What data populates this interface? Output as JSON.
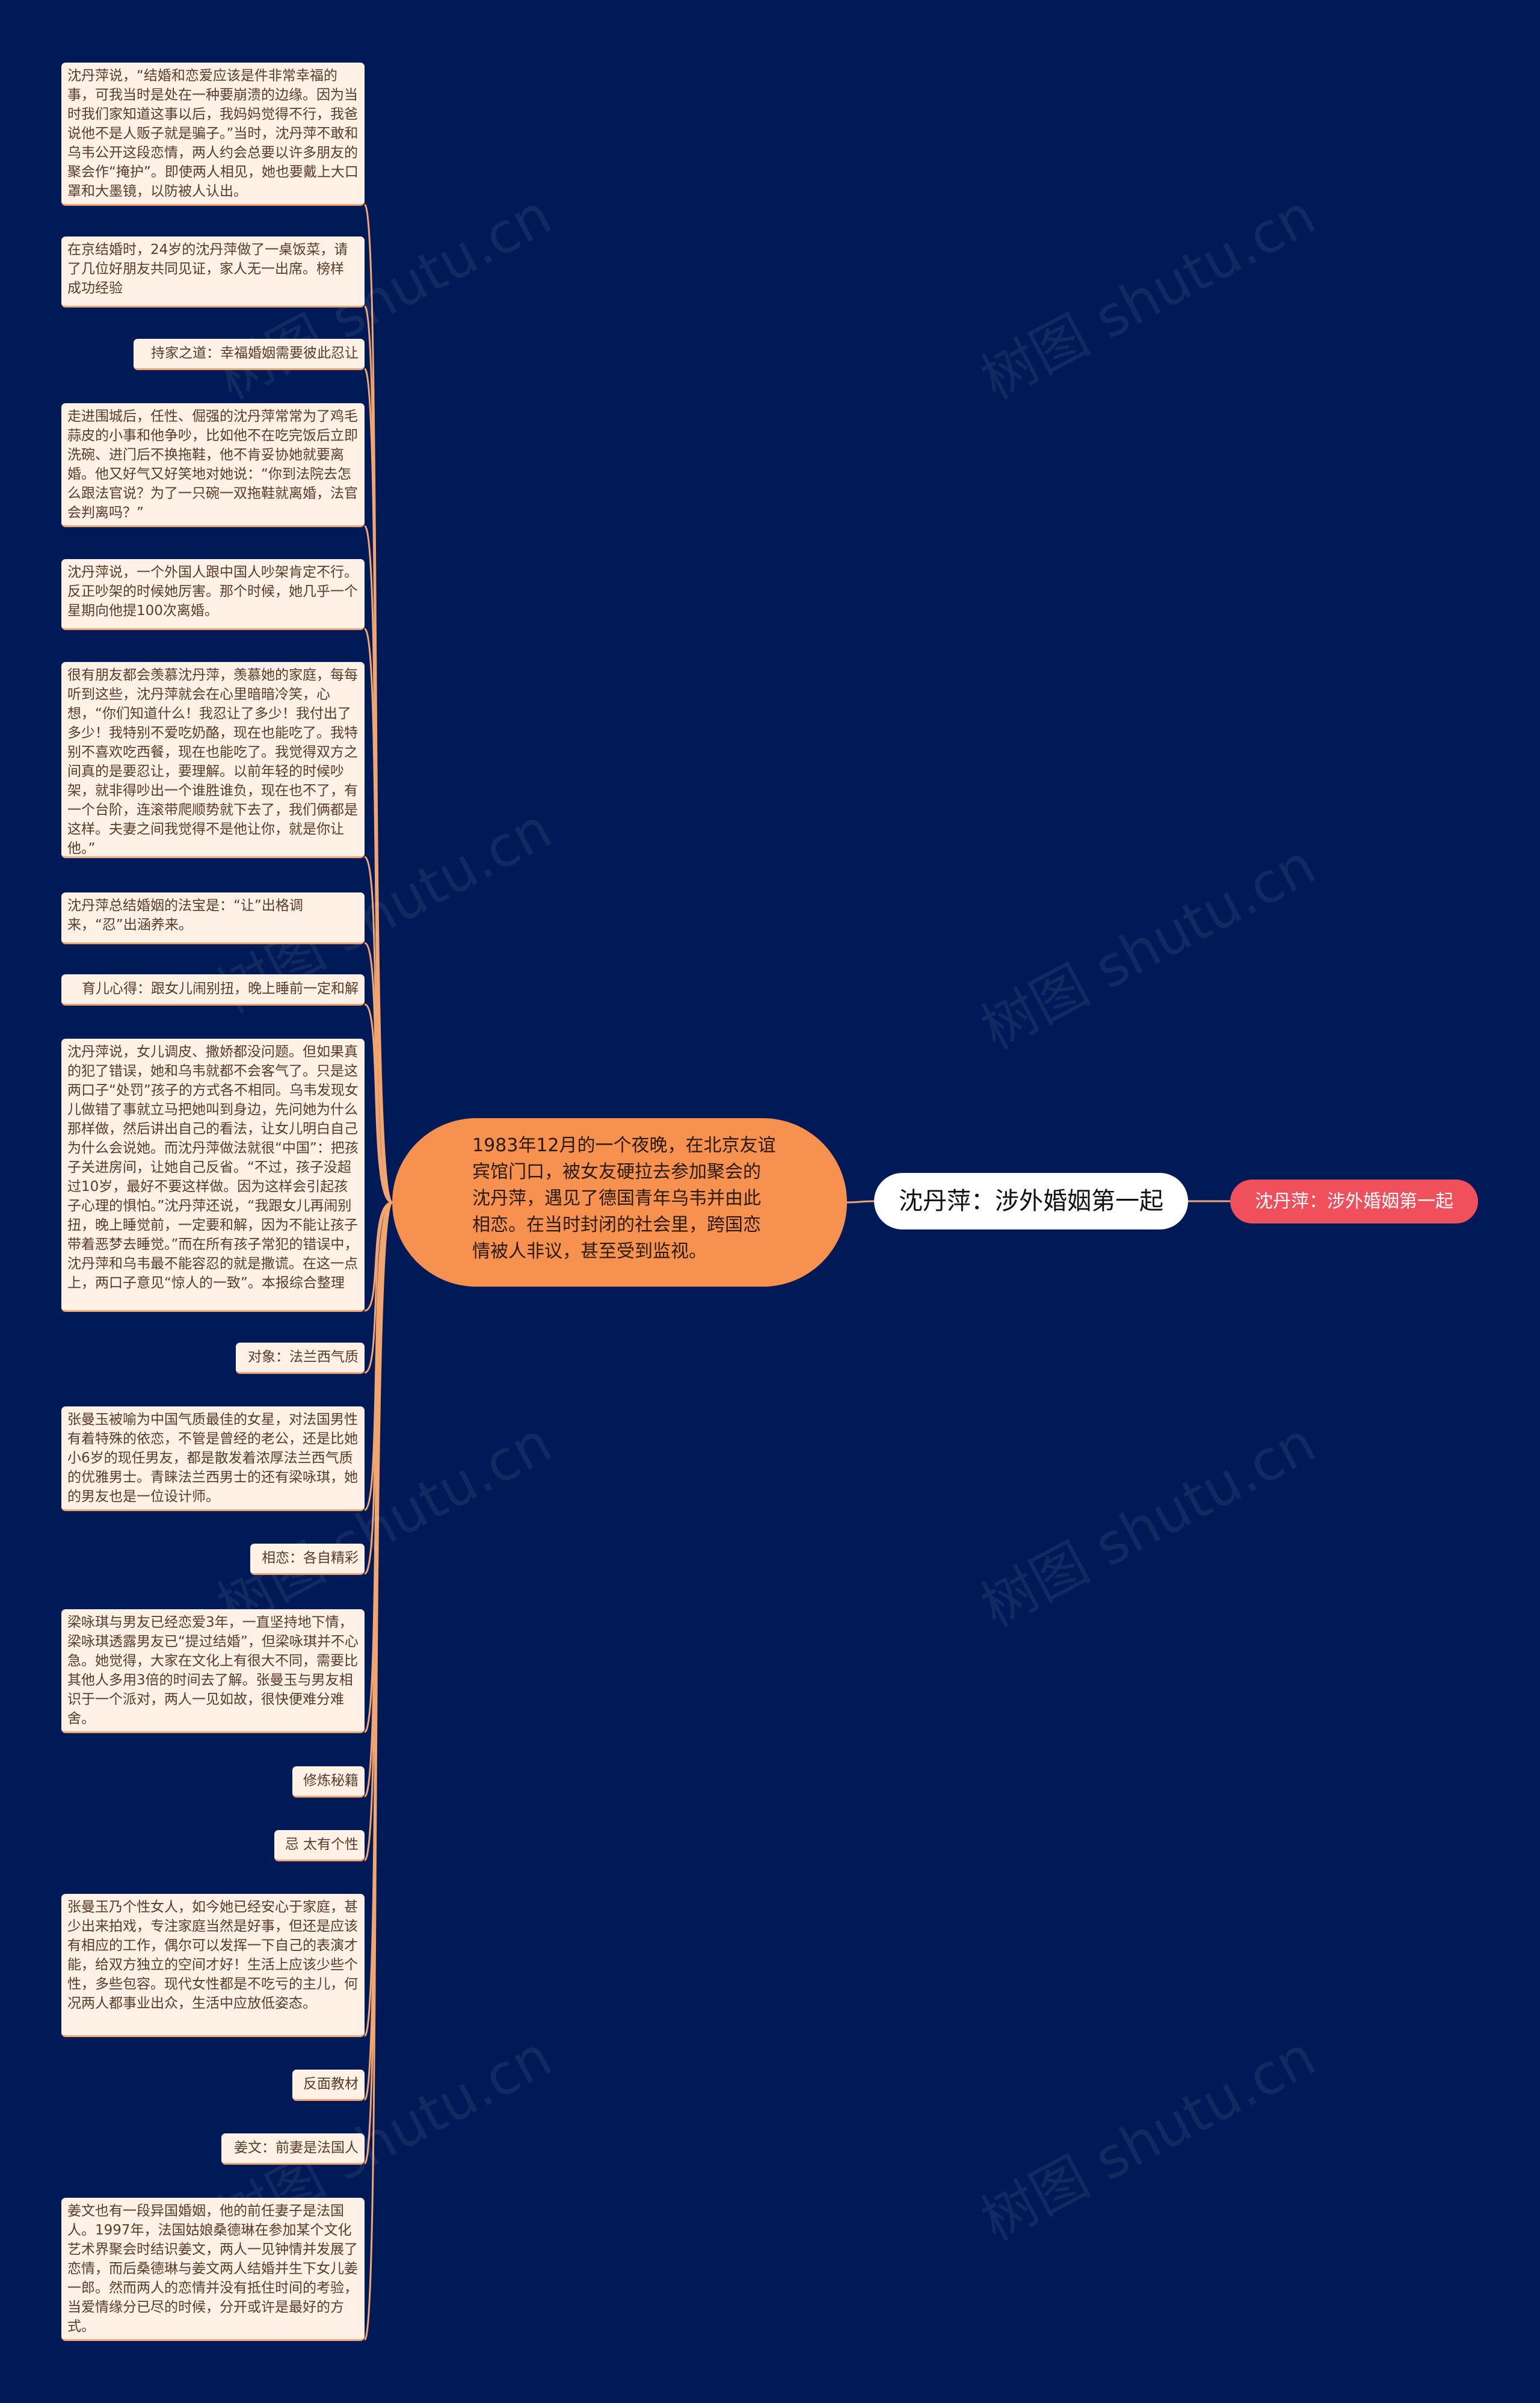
{
  "colors": {
    "background": "#001a57",
    "leaf_fill": "#fff1e6",
    "leaf_underline": "#f3a56f",
    "center_fill": "#f6914f",
    "branch_fill": "#ffffff",
    "root_fill": "#f0505c",
    "connector": "#f3a56f"
  },
  "root": {
    "label": "沈丹萍：涉外婚姻第一起"
  },
  "branch": {
    "label": "沈丹萍：涉外婚姻第一起"
  },
  "center": {
    "text": "1983年12月的一个夜晚，在北京友谊宾馆门口，被女友硬拉去参加聚会的沈丹萍，遇见了德国青年乌韦并由此相恋。在当时封闭的社会里，跨国恋情被人非议，甚至受到监视。"
  },
  "watermark": "树图 shutu.cn",
  "leaves": [
    {
      "id": "marriage-happiness",
      "text": "沈丹萍说，“结婚和恋爱应该是件非常幸福的事，可我当时是处在一种要崩溃的边缘。因为当时我们家知道这事以后，我妈妈觉得不行，我爸说他不是人贩子就是骗子。”当时，沈丹萍不敢和乌韦公开这段恋情，两人约会总要以许多朋友的聚会作“掩护”。即使两人相见，她也要戴上大口罩和大墨镜，以防被人认出。"
    },
    {
      "id": "beijing-wedding",
      "text": "在京结婚时，24岁的沈丹萍做了一桌饭菜，请了几位好朋友共同见证，家人无一出席。榜样 成功经验"
    },
    {
      "id": "housekeeping",
      "text": "持家之道：幸福婚姻需要彼此忍让"
    },
    {
      "id": "quarrels",
      "text": "走进围城后，任性、倔强的沈丹萍常常为了鸡毛蒜皮的小事和他争吵，比如他不在吃完饭后立即洗碗、进门后不换拖鞋，他不肯妥协她就要离婚。他又好气又好笑地对她说：“你到法院去怎么跟法官说？为了一只碗一双拖鞋就离婚，法官会判离吗？”"
    },
    {
      "id": "divorce-100",
      "text": "沈丹萍说，一个外国人跟中国人吵架肯定不行。反正吵架的时候她厉害。那个时候，她几乎一个星期向他提100次离婚。"
    },
    {
      "id": "friends-envy",
      "text": "很有朋友都会羡慕沈丹萍，羡慕她的家庭，每每听到这些，沈丹萍就会在心里暗暗冷笑，心想，“你们知道什么！我忍让了多少！我付出了多少！我特别不爱吃奶酪，现在也能吃了。我特别不喜欢吃西餐，现在也能吃了。我觉得双方之间真的是要忍让，要理解。以前年轻的时候吵架，就非得吵出一个谁胜谁负，现在也不了，有一个台阶，连滚带爬顺势就下去了，我们俩都是这样。夫妻之间我觉得不是他让你，就是你让他。”"
    },
    {
      "id": "magic-formula",
      "text": "沈丹萍总结婚姻的法宝是：“让”出格调来，“忍”出涵养来。"
    },
    {
      "id": "parenting",
      "text": "育儿心得：跟女儿闹别扭，晚上睡前一定和解"
    },
    {
      "id": "daughter",
      "text": "沈丹萍说，女儿调皮、撒娇都没问题。但如果真的犯了错误，她和乌韦就都不会客气了。只是这两口子“处罚”孩子的方式各不相同。乌韦发现女儿做错了事就立马把她叫到身边，先问她为什么那样做，然后讲出自己的看法，让女儿明白自己为什么会说她。而沈丹萍做法就很“中国”：把孩子关进房间，让她自己反省。“不过，孩子没超过10岁，最好不要这样做。因为这样会引起孩子心理的惧怕。”沈丹萍还说，“我跟女儿再闹别扭，晚上睡觉前，一定要和解，因为不能让孩子带着恶梦去睡觉。”而在所有孩子常犯的错误中，沈丹萍和乌韦最不能容忍的就是撒谎。在这一点上，两口子意见“惊人的一致”。本报综合整理"
    },
    {
      "id": "target-french",
      "text": "对象：法兰西气质"
    },
    {
      "id": "zhang-manyu",
      "text": "张曼玉被喻为中国气质最佳的女星，对法国男性有着特殊的依恋，不管是曾经的老公，还是比她小6岁的现任男友，都是散发着浓厚法兰西气质的优雅男士。青睐法兰西男士的还有梁咏琪，她的男友也是一位设计师。"
    },
    {
      "id": "love-each",
      "text": "相恋：各自精彩"
    },
    {
      "id": "liang-yongqi",
      "text": "梁咏琪与男友已经恋爱3年，一直坚持地下情，梁咏琪透露男友已“提过结婚”，但梁咏琪并不心急。她觉得，大家在文化上有很大不同，需要比其他人多用3倍的时间去了解。张曼玉与男友相识于一个派对，两人一见如故，很快便难分难舍。"
    },
    {
      "id": "cultivation",
      "text": "修炼秘籍"
    },
    {
      "id": "avoid-personality",
      "text": "忌 太有个性"
    },
    {
      "id": "personality",
      "text": "张曼玉乃个性女人，如今她已经安心于家庭，甚少出来拍戏，专注家庭当然是好事，但还是应该有相应的工作，偶尔可以发挥一下自己的表演才能，给双方独立的空间才好！生活上应该少些个性，多些包容。现代女性都是不吃亏的主儿，何况两人都事业出众，生活中应放低姿态。"
    },
    {
      "id": "negative-example",
      "text": "反面教材"
    },
    {
      "id": "jiang-wen",
      "text": "姜文：前妻是法国人"
    },
    {
      "id": "jiang-wen-story",
      "text": "姜文也有一段异国婚姻，他的前任妻子是法国人。1997年，法国姑娘桑德琳在参加某个文化艺术界聚会时结识姜文，两人一见钟情并发展了恋情，而后桑德琳与姜文两人结婚并生下女儿姜一郎。然而两人的恋情并没有抵住时间的考验，当爱情缘分已尽的时候，分开或许是最好的方式。"
    }
  ]
}
